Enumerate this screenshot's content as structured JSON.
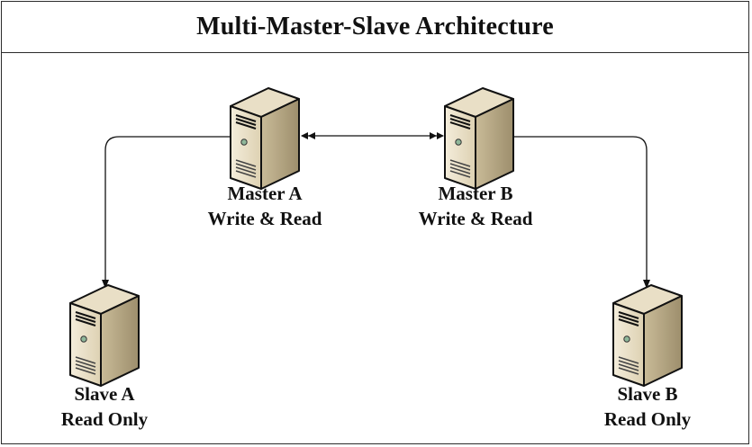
{
  "title": "Multi-Master-Slave Architecture",
  "nodes": {
    "master_a": {
      "name": "Master A",
      "role": "Write & Read",
      "icon": "server-icon"
    },
    "master_b": {
      "name": "Master B",
      "role": "Write & Read",
      "icon": "server-icon"
    },
    "slave_a": {
      "name": "Slave A",
      "role": "Read Only",
      "icon": "server-icon"
    },
    "slave_b": {
      "name": "Slave B",
      "role": "Read Only",
      "icon": "server-icon"
    }
  },
  "connections": [
    {
      "from": "master_a",
      "to": "master_b",
      "direction": "bidirectional"
    },
    {
      "from": "master_a",
      "to": "slave_a",
      "direction": "one-way"
    },
    {
      "from": "master_b",
      "to": "slave_b",
      "direction": "one-way"
    }
  ],
  "colors": {
    "server_front": "#efe6cf",
    "server_side": "#b8a987",
    "server_top": "#e6dcc2",
    "outline": "#111111"
  }
}
